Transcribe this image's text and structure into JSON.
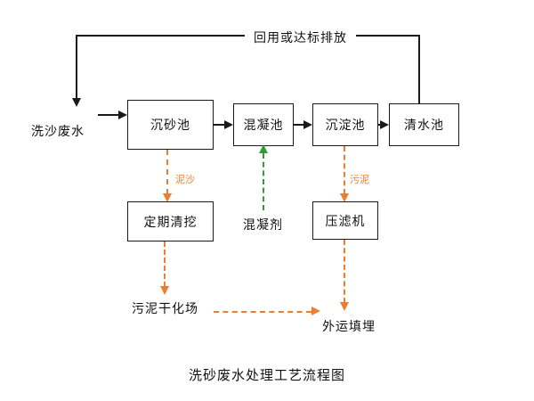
{
  "title": "洗砂废水处理工艺流程图",
  "feedback": {
    "label": "回用或达标排放"
  },
  "input": {
    "label": "洗沙废水"
  },
  "boxes": {
    "grit": "沉砂池",
    "coagulation": "混凝池",
    "sedimentation": "沉淀池",
    "clearwater": "清水池",
    "dredging": "定期清挖",
    "filterpress": "压滤机"
  },
  "flows": {
    "sediment": "泥沙",
    "sludge": "污泥",
    "coagulant": "混凝剂"
  },
  "endpoints": {
    "drying_field": "污泥干化场",
    "landfill": "外运填埋"
  },
  "colors": {
    "line": "#1a1a1a",
    "sludge_arrow": "#ED7D31",
    "coagulant_arrow": "#2E9E3C",
    "box_bg": "#ffffff"
  }
}
